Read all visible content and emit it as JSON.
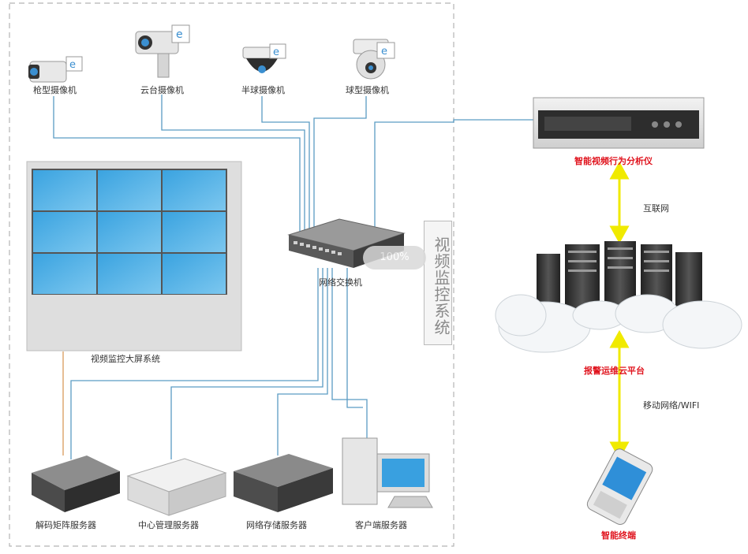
{
  "cameras": {
    "gun": "枪型摄像机",
    "ptz": "云台摄像机",
    "dome_half": "半球摄像机",
    "dome_ball": "球型摄像机"
  },
  "videowall": {
    "label": "视频监控大屏系统"
  },
  "switch": {
    "label": "网络交换机"
  },
  "system_title": "视频监控系统",
  "zoom": "100%",
  "analyzer": {
    "label": "智能视频行为分析仪"
  },
  "links": {
    "internet": "互联网",
    "mobile": "移动网络/WIFI"
  },
  "cloud": {
    "label": "报警运维云平台"
  },
  "terminal": {
    "label": "智能终端"
  },
  "servers": {
    "decoder": "解码矩阵服务器",
    "central": "中心管理服务器",
    "storage": "网络存储服务器",
    "client": "客户端服务器"
  },
  "colors": {
    "link": "#4a90b8",
    "arrow": "#f5f500",
    "alert": "#e0141e",
    "panel": "#4fb0e6"
  }
}
